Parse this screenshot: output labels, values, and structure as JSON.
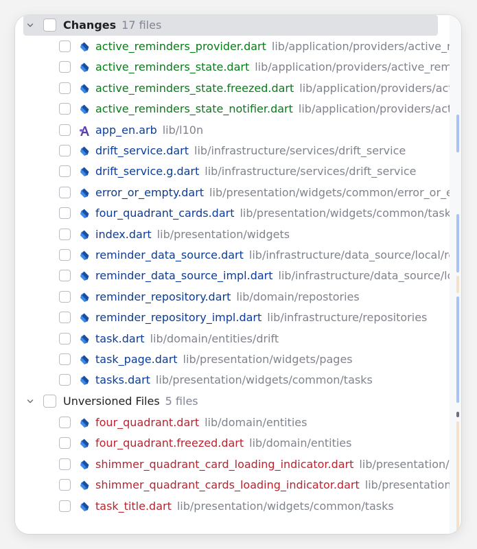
{
  "changes": {
    "title": "Changes",
    "count": "17 files",
    "files": [
      {
        "name": "active_reminders_provider.dart",
        "path": "lib/application/providers/active_re",
        "color": "green",
        "icon": "dart-icon"
      },
      {
        "name": "active_reminders_state.dart",
        "path": "lib/application/providers/active_remin",
        "color": "green",
        "icon": "dart-icon"
      },
      {
        "name": "active_reminders_state.freezed.dart",
        "path": "lib/application/providers/activ",
        "color": "green",
        "icon": "dart-icon"
      },
      {
        "name": "active_reminders_state_notifier.dart",
        "path": "lib/application/providers/activ",
        "color": "green",
        "icon": "dart-icon"
      },
      {
        "name": "app_en.arb",
        "path": "lib/l10n",
        "color": "blue",
        "icon": "arb-icon"
      },
      {
        "name": "drift_service.dart",
        "path": "lib/infrastructure/services/drift_service",
        "color": "blue",
        "icon": "dart-icon"
      },
      {
        "name": "drift_service.g.dart",
        "path": "lib/infrastructure/services/drift_service",
        "color": "blue",
        "icon": "dart-icon"
      },
      {
        "name": "error_or_empty.dart",
        "path": "lib/presentation/widgets/common/error_or_er",
        "color": "blue",
        "icon": "dart-icon"
      },
      {
        "name": "four_quadrant_cards.dart",
        "path": "lib/presentation/widgets/common/tasks",
        "color": "blue",
        "icon": "dart-icon"
      },
      {
        "name": "index.dart",
        "path": "lib/presentation/widgets",
        "color": "blue",
        "icon": "dart-icon"
      },
      {
        "name": "reminder_data_source.dart",
        "path": "lib/infrastructure/data_source/local/rer",
        "color": "blue",
        "icon": "dart-icon"
      },
      {
        "name": "reminder_data_source_impl.dart",
        "path": "lib/infrastructure/data_source/loc",
        "color": "blue",
        "icon": "dart-icon"
      },
      {
        "name": "reminder_repository.dart",
        "path": "lib/domain/repostories",
        "color": "blue",
        "icon": "dart-icon"
      },
      {
        "name": "reminder_repository_impl.dart",
        "path": "lib/infrastructure/repositories",
        "color": "blue",
        "icon": "dart-icon"
      },
      {
        "name": "task.dart",
        "path": "lib/domain/entities/drift",
        "color": "blue",
        "icon": "dart-icon"
      },
      {
        "name": "task_page.dart",
        "path": "lib/presentation/widgets/pages",
        "color": "blue",
        "icon": "dart-icon"
      },
      {
        "name": "tasks.dart",
        "path": "lib/presentation/widgets/common/tasks",
        "color": "blue",
        "icon": "dart-icon"
      }
    ]
  },
  "unversioned": {
    "title": "Unversioned Files",
    "count": "5 files",
    "files": [
      {
        "name": "four_quadrant.dart",
        "path": "lib/domain/entities",
        "color": "red",
        "icon": "dart-icon"
      },
      {
        "name": "four_quadrant.freezed.dart",
        "path": "lib/domain/entities",
        "color": "red",
        "icon": "dart-icon"
      },
      {
        "name": "shimmer_quadrant_card_loading_indicator.dart",
        "path": "lib/presentation/wi",
        "color": "red",
        "icon": "dart-icon"
      },
      {
        "name": "shimmer_quadrant_cards_loading_indicator.dart",
        "path": "lib/presentation/w",
        "color": "red",
        "icon": "dart-icon"
      },
      {
        "name": "task_title.dart",
        "path": "lib/presentation/widgets/common/tasks",
        "color": "red",
        "icon": "dart-icon"
      }
    ]
  },
  "colors": {
    "added": "#067d17",
    "modified": "#0b3c99",
    "unversioned": "#b8232f",
    "scroll_marker_blue": "#a9c1f5",
    "scroll_marker_peach": "#f3e1cc"
  }
}
